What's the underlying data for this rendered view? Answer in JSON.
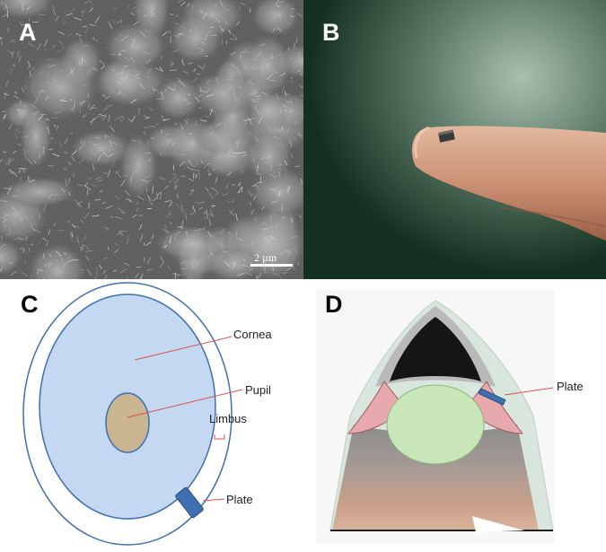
{
  "panels": {
    "a": {
      "letter": "A",
      "scale_bar": "2 µm"
    },
    "b": {
      "letter": "B"
    },
    "c": {
      "letter": "C",
      "labels": {
        "cornea": "Cornea",
        "pupil": "Pupil",
        "limbus": "Limbus",
        "plate": "Plate"
      }
    },
    "d": {
      "letter": "D",
      "labels": {
        "plate": "Plate"
      }
    }
  },
  "colors": {
    "cornea_fill": "#c5d8f1",
    "pupil_fill": "#c9b58f",
    "plate_fill": "#3e6fb0",
    "leader_line": "#d9534f"
  }
}
